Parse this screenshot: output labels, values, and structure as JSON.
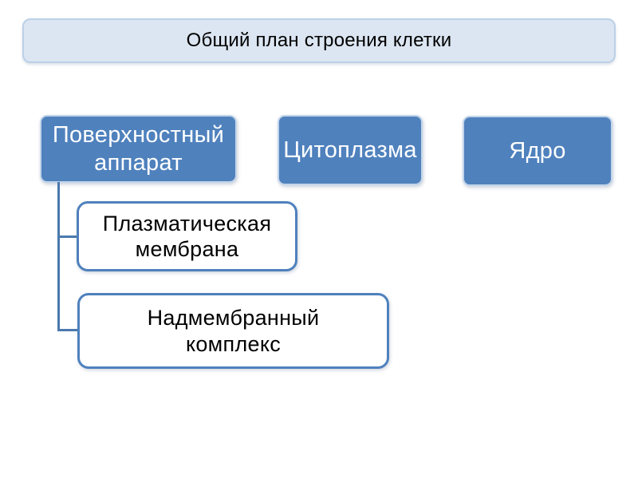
{
  "slide": {
    "title": "Общий план строения клетки",
    "diagram": {
      "type": "hierarchy",
      "top_nodes": [
        {
          "id": "surface-apparatus",
          "label": "Поверхностный аппарат"
        },
        {
          "id": "cytoplasm",
          "label": "Цитоплазма"
        },
        {
          "id": "nucleus",
          "label": "Ядро"
        }
      ],
      "sub_nodes": [
        {
          "id": "plasma-membrane",
          "label": "Плазматическая мембрана",
          "parent": "surface-apparatus"
        },
        {
          "id": "supramembrane-complex",
          "label": "Надмембранный комплекс",
          "parent": "surface-apparatus"
        }
      ]
    },
    "colors": {
      "background": "#ffffff",
      "title_fill": "#dce6f2",
      "title_border": "#bcd0e8",
      "title_text": "#000000",
      "node_fill": "#4f81bd",
      "node_outline": "#c3d5ea",
      "node_text": "#ffffff",
      "sub_fill": "#ffffff",
      "sub_border": "#4f81bd",
      "sub_text": "#000000",
      "connector": "#4a79ae"
    }
  }
}
